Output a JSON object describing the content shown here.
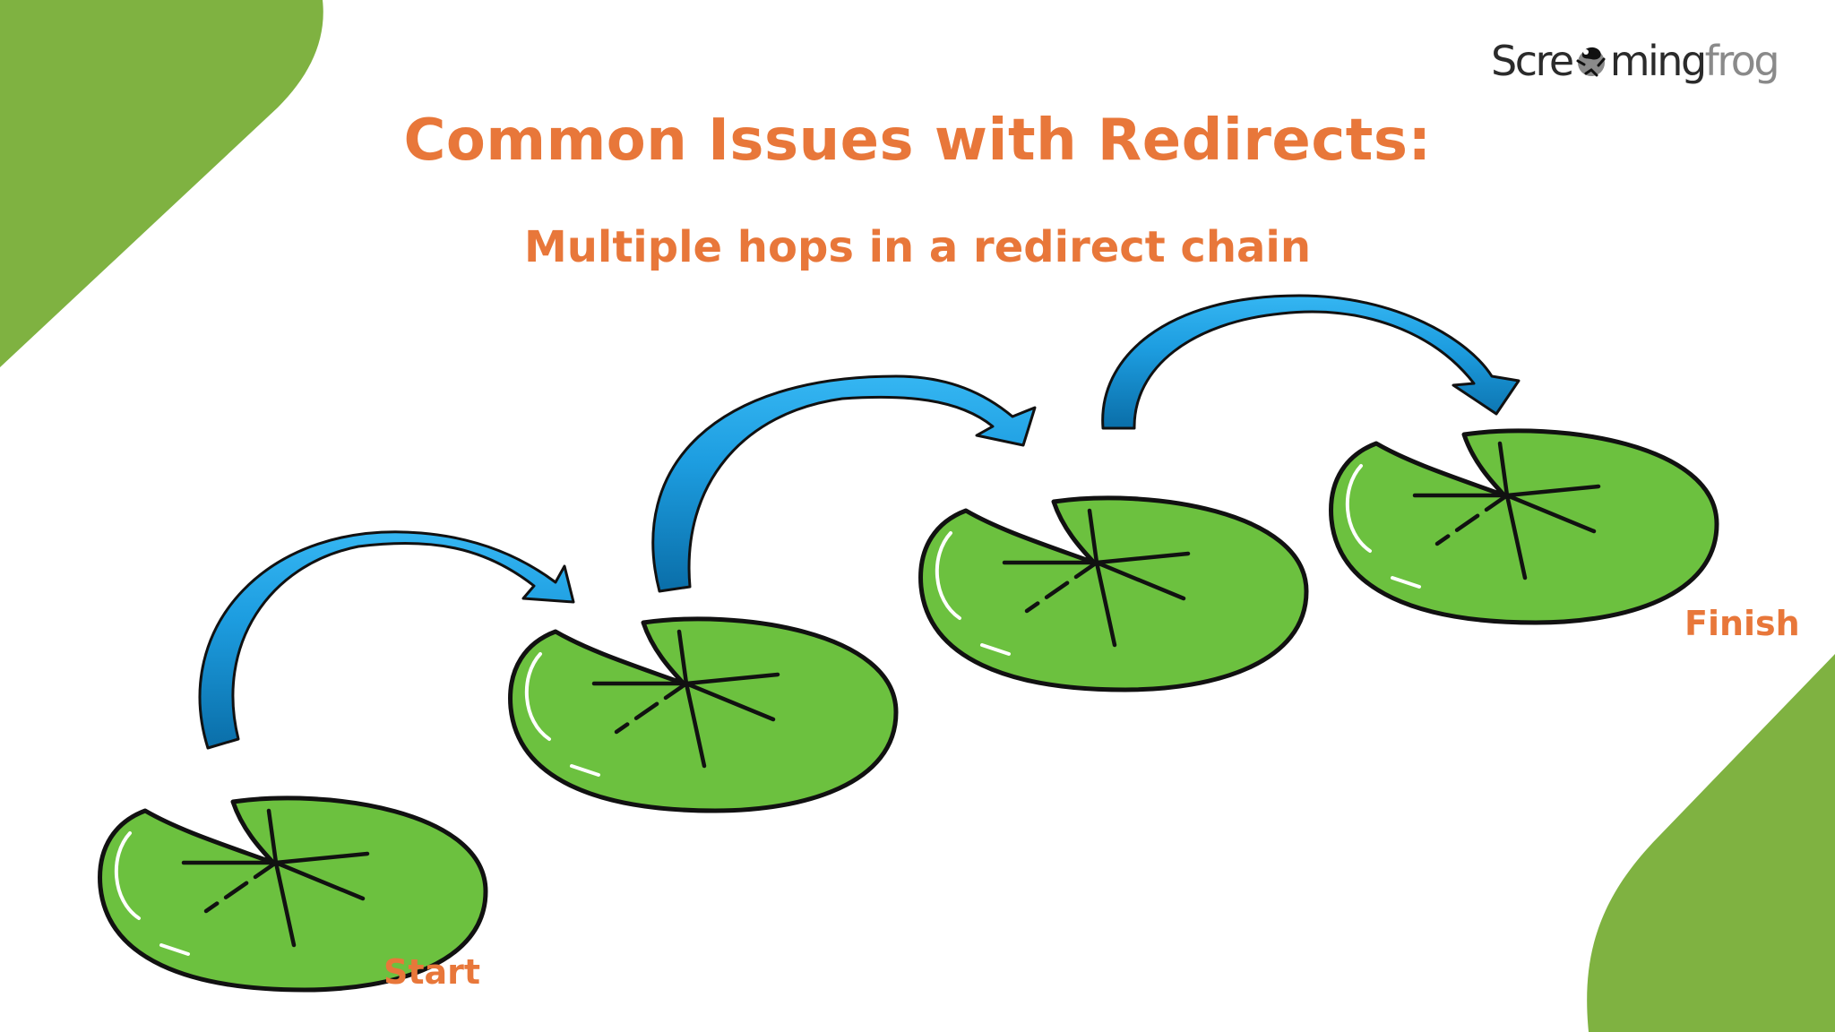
{
  "colors": {
    "accent_orange": "#e8773a",
    "corner_green": "#7fb241",
    "pad_green": "#6cc13f",
    "arrow_blue": "#1d9de0",
    "arrow_dark": "#0a6ea8",
    "outline": "#111111",
    "logo_dark": "#2b2b2b",
    "logo_light": "#8a8a8a"
  },
  "logo": {
    "part1": "Scre",
    "part2": "ming",
    "part3": "frog",
    "icon": "frog-icon"
  },
  "title": {
    "main": "Common Issues with Redirects:",
    "sub": "Multiple hops in a redirect chain"
  },
  "labels": {
    "start": "Start",
    "finish": "Finish"
  },
  "diagram": {
    "pads": [
      {
        "name": "pad-1"
      },
      {
        "name": "pad-2"
      },
      {
        "name": "pad-3"
      },
      {
        "name": "pad-4"
      }
    ],
    "arrows": [
      {
        "from": "pad-1",
        "to": "pad-2"
      },
      {
        "from": "pad-2",
        "to": "pad-3"
      },
      {
        "from": "pad-3",
        "to": "pad-4"
      }
    ]
  }
}
